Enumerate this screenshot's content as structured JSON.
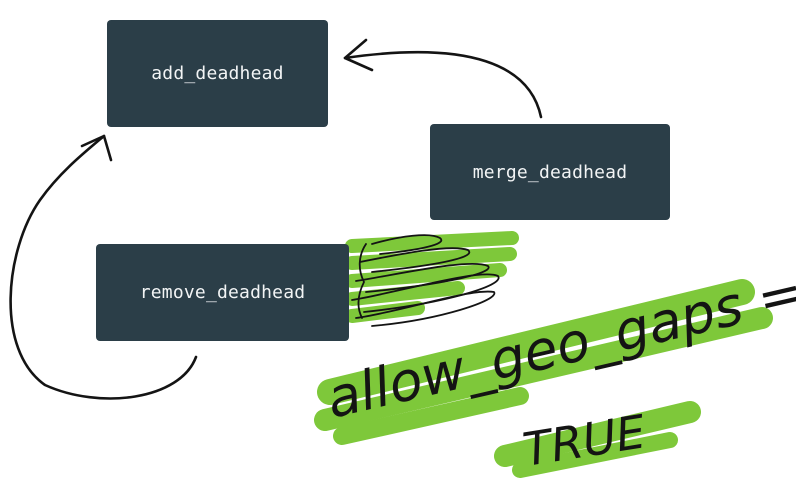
{
  "nodes": {
    "add": "add_deadhead",
    "merge": "merge_deadhead",
    "remove": "remove_deadhead"
  },
  "annotation": {
    "line1": "allow_geo_gaps =",
    "line2": "TRUE",
    "highlight_color": "#7ec83a",
    "ink_color": "#141414"
  },
  "colors": {
    "node_fill": "#2b3e48",
    "node_text": "#f2f4f5",
    "background": "#ffffff"
  }
}
